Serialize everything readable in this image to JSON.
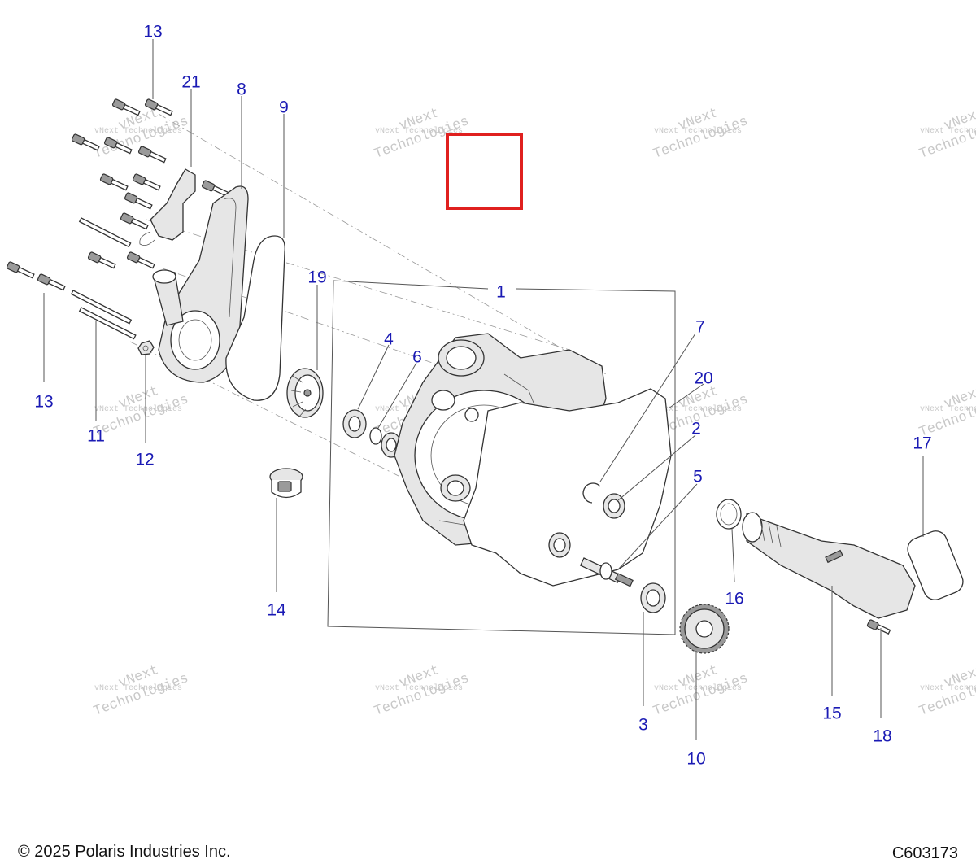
{
  "callouts": [
    {
      "id": "1",
      "text": "1"
    },
    {
      "id": "2",
      "text": "2"
    },
    {
      "id": "3",
      "text": "3"
    },
    {
      "id": "4",
      "text": "4"
    },
    {
      "id": "5",
      "text": "5"
    },
    {
      "id": "6",
      "text": "6"
    },
    {
      "id": "7",
      "text": "7"
    },
    {
      "id": "8",
      "text": "8"
    },
    {
      "id": "9",
      "text": "9"
    },
    {
      "id": "10",
      "text": "10"
    },
    {
      "id": "11",
      "text": "11"
    },
    {
      "id": "12",
      "text": "12"
    },
    {
      "id": "13a",
      "text": "13"
    },
    {
      "id": "13b",
      "text": "13"
    },
    {
      "id": "14",
      "text": "14"
    },
    {
      "id": "15",
      "text": "15"
    },
    {
      "id": "16",
      "text": "16"
    },
    {
      "id": "17",
      "text": "17"
    },
    {
      "id": "18",
      "text": "18"
    },
    {
      "id": "19",
      "text": "19"
    },
    {
      "id": "20",
      "text": "20"
    },
    {
      "id": "21",
      "text": "21"
    }
  ],
  "watermark": {
    "line1": "vNext Technologies",
    "line2": "vNext",
    "line3": "Technologies"
  },
  "footer": {
    "copyright": "© 2025 Polaris Industries Inc.",
    "figure_code": "C603173"
  },
  "colors": {
    "callout": "#1a1ab4",
    "leader": "#555555",
    "highlight": "#e0201f"
  }
}
